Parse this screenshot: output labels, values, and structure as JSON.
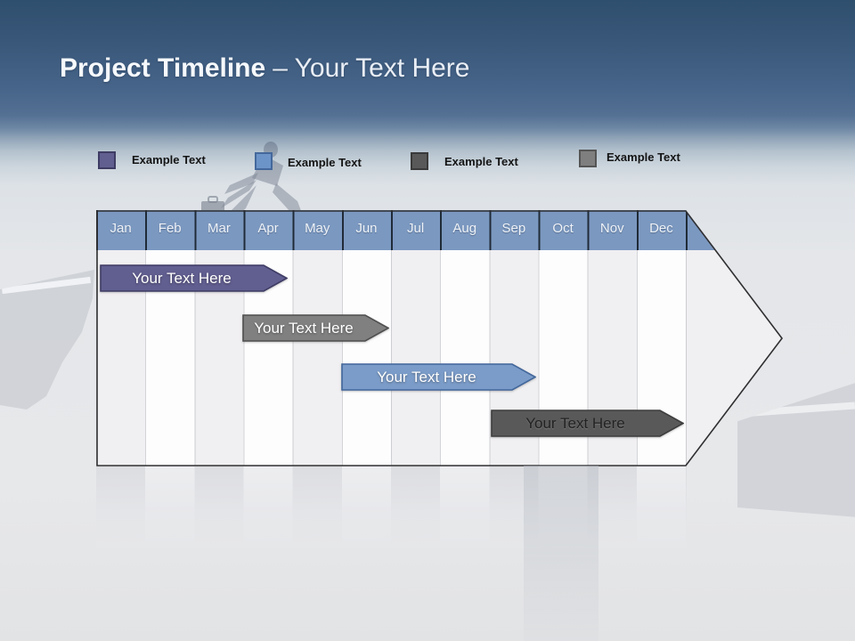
{
  "title": {
    "bold": "Project Timeline",
    "rest": "– Your Text Here"
  },
  "legend": {
    "items": [
      {
        "label": "Example Text",
        "fill": "#615e90",
        "border": "#3e3c64"
      },
      {
        "label": "Example Text",
        "fill": "#6d94c8",
        "border": "#44689c"
      },
      {
        "label": "Example Text",
        "fill": "#595959",
        "border": "#3a3a3a"
      },
      {
        "label": "Example Text",
        "fill": "#7f7f7f",
        "border": "#555555"
      }
    ]
  },
  "timeline": {
    "header_color": "#7b98c0",
    "months": [
      "Jan",
      "Feb",
      "Mar",
      "Apr",
      "May",
      "Jun",
      "Jul",
      "Aug",
      "Sep",
      "Oct",
      "Nov",
      "Dec"
    ],
    "bars": [
      {
        "label": "Your Text Here",
        "fill": "#615e90",
        "stroke": "#3e3c64",
        "text_color": "#ffffff",
        "start_month": "Jan",
        "end_month": "Apr"
      },
      {
        "label": "Your Text Here",
        "fill": "#808080",
        "stroke": "#4f4f4f",
        "text_color": "#ffffff",
        "start_month": "Apr",
        "end_month": "Jun"
      },
      {
        "label": "Your Text Here",
        "fill": "#7b9cc9",
        "stroke": "#42679b",
        "text_color": "#ffffff",
        "start_month": "Jun",
        "end_month": "Sep"
      },
      {
        "label": "Your Text Here",
        "fill": "#595959",
        "stroke": "#3d3d3d",
        "text_color": "#222222",
        "start_month": "Sep",
        "end_month": "Dec"
      }
    ]
  }
}
